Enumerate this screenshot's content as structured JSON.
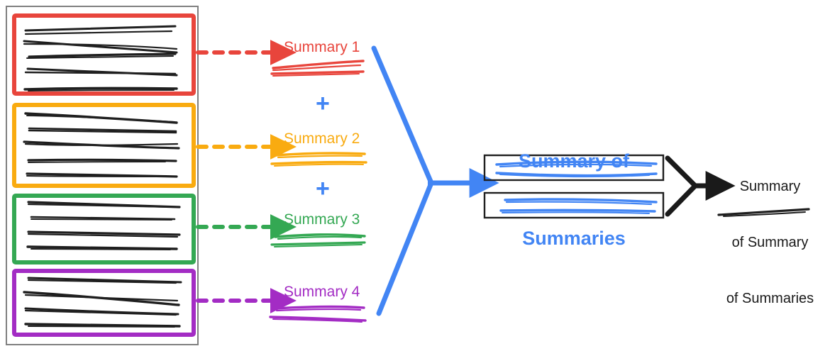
{
  "diagram": {
    "title_text_blue": "Summary of\nSummaries",
    "final_text": "Summary\nof Summary\nof Summaries",
    "plus_symbol": "+",
    "colors": {
      "red": "#E8453C",
      "orange": "#F9AB10",
      "green": "#34A853",
      "purple": "#A32CC4",
      "blue": "#4285F4",
      "black": "#1a1a1a",
      "outer_box_gray": "#808080"
    },
    "source_groups": [
      {
        "id": "group-1",
        "color_name": "red",
        "color": "#E8453C",
        "line_count": 5
      },
      {
        "id": "group-2",
        "color_name": "orange",
        "color": "#F9AB10",
        "line_count": 5
      },
      {
        "id": "group-3",
        "color_name": "green",
        "color": "#34A853",
        "line_count": 4
      },
      {
        "id": "group-4",
        "color_name": "purple",
        "color": "#A32CC4",
        "line_count": 4
      }
    ],
    "summaries": [
      {
        "id": "summary-1",
        "label": "Summary 1",
        "color": "#E8453C",
        "color_name": "red"
      },
      {
        "id": "summary-2",
        "label": "Summary 2",
        "color": "#F9AB10",
        "color_name": "orange"
      },
      {
        "id": "summary-3",
        "label": "Summary 3",
        "color": "#34A853",
        "color_name": "green"
      },
      {
        "id": "summary-4",
        "label": "Summary 4",
        "color": "#A32CC4",
        "color_name": "purple"
      }
    ],
    "plus_signs": [
      {
        "id": "plus-1",
        "label": "+"
      },
      {
        "id": "plus-2",
        "label": "+"
      }
    ],
    "summary_of_summaries": {
      "heading_line_1": "Summary of",
      "heading_line_2": "Summaries",
      "box_count": 2
    },
    "final_output": {
      "line_1": "Summary",
      "line_2": "of Summary",
      "line_3": "of Summaries"
    }
  }
}
